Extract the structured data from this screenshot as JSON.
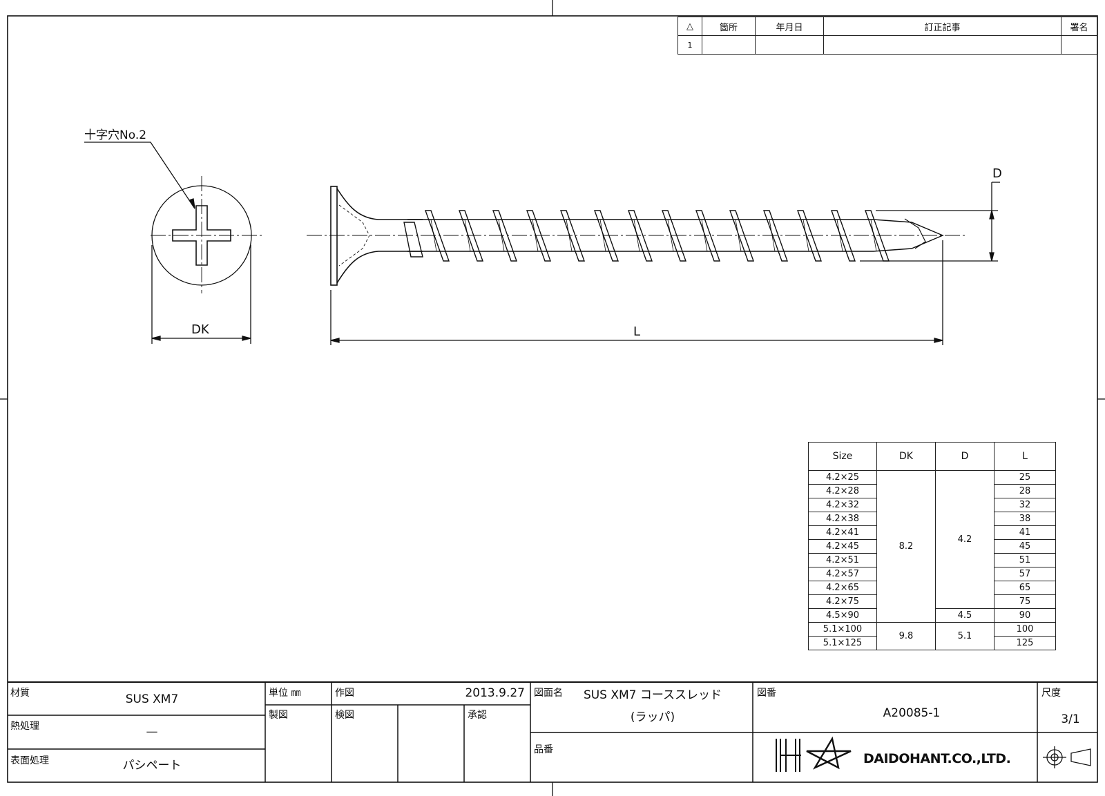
{
  "revision_table": {
    "headers": [
      "△",
      "箇所",
      "年月日",
      "訂正記事",
      "署名"
    ],
    "rows": [
      [
        "1",
        "",
        "",
        "",
        ""
      ]
    ]
  },
  "drawing": {
    "recess_note": "十字穴No.2",
    "dim_dk": "DK",
    "dim_l": "L",
    "dim_d": "D"
  },
  "size_table": {
    "headers": [
      "Size",
      "DK",
      "D",
      "L"
    ],
    "sizes": [
      "4.2×25",
      "4.2×28",
      "4.2×32",
      "4.2×38",
      "4.2×41",
      "4.2×45",
      "4.2×51",
      "4.2×57",
      "4.2×65",
      "4.2×75",
      "4.5×90",
      "5.1×100",
      "5.1×125"
    ],
    "lengths": [
      "25",
      "28",
      "32",
      "38",
      "41",
      "45",
      "51",
      "57",
      "65",
      "75",
      "90",
      "100",
      "125"
    ],
    "dk_groups": [
      "8.2",
      "9.8"
    ],
    "d_groups": [
      "4.2",
      "4.5",
      "5.1"
    ]
  },
  "title_block": {
    "material_label": "材質",
    "material_value": "SUS XM7",
    "heat_label": "熱処理",
    "heat_value": "—",
    "surface_label": "表面処理",
    "surface_value": "パシペート",
    "unit_label": "単位 ㎜",
    "drafted_label": "作図",
    "drafted_date": "2013.9.27",
    "made_label": "製図",
    "checked_label": "検図",
    "approved_label": "承認",
    "drawing_name_label": "図面名",
    "drawing_name_line1": "SUS XM7  コーススレッド",
    "drawing_name_line2": "(ラッパ)",
    "part_no_label": "品番",
    "drawing_no_label": "図番",
    "drawing_no": "A20085-1",
    "scale_label": "尺度",
    "scale_value": "3/1",
    "company": "DAIDOHANT.CO.,LTD."
  }
}
